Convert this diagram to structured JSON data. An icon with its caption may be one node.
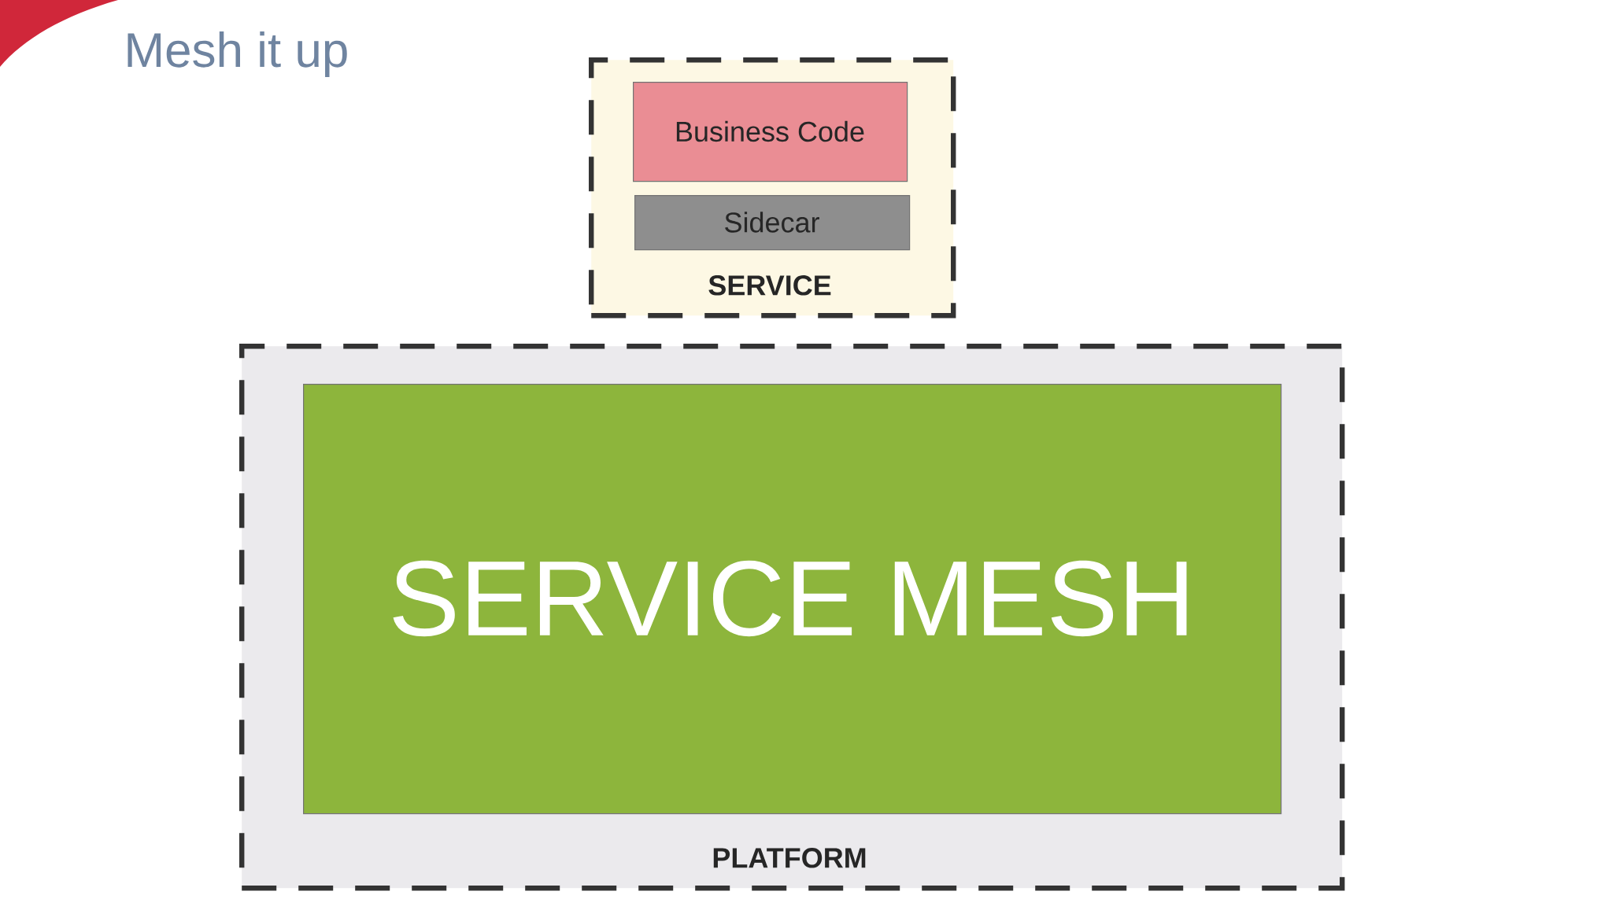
{
  "diagram": {
    "title": "Mesh it up",
    "nodes": [
      {
        "text": [
          "SERVICE"
        ]
      },
      {
        "text": [
          "Business Code"
        ],
        "in": 0
      },
      {
        "text": [
          "Sidecar"
        ],
        "in": 0
      },
      {
        "text": [
          "PLATFORM"
        ]
      },
      {
        "text": [
          "SERVICE MESH"
        ],
        "in": 3
      }
    ],
    "edges": []
  }
}
